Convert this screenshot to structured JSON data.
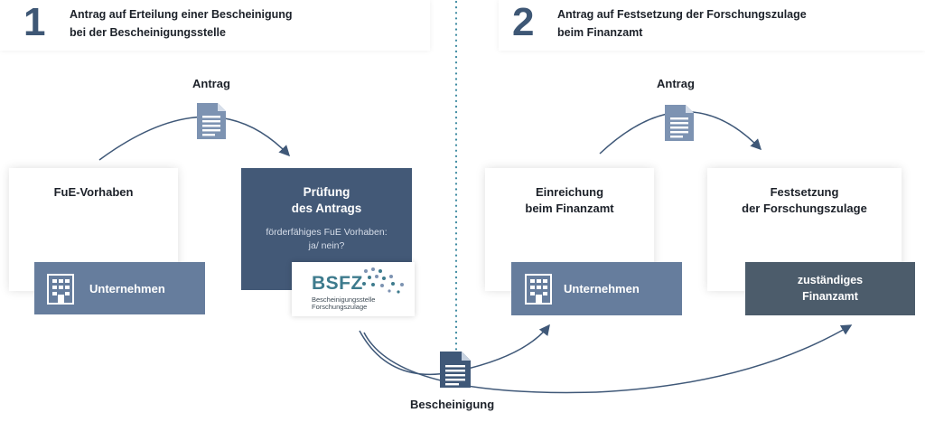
{
  "step1": {
    "number": "1",
    "title": "Antrag auf Erteilung einer Bescheinigung\nbei der Bescheinigungsstelle"
  },
  "step2": {
    "number": "2",
    "title": "Antrag auf Festsetzung der Forschungszulage\nbeim Finanzamt"
  },
  "left": {
    "antrag_label": "Antrag",
    "fue_card": {
      "title": "FuE-Vorhaben",
      "bar_label": "Unternehmen"
    },
    "pruefung_card": {
      "title": "Prüfung\ndes Antrags",
      "subtitle": "förderfähiges FuE Vorhaben:\nja/ nein?",
      "logo_main": "BSFZ",
      "logo_sub_line1": "Bescheinigungsstelle",
      "logo_sub_line2": "Forschungszulage"
    }
  },
  "right": {
    "antrag_label": "Antrag",
    "einreichung_card": {
      "title": "Einreichung\nbeim Finanzamt",
      "bar_label": "Unternehmen"
    },
    "festsetzung_card": {
      "title": "Festsetzung\nder Forschungszulage",
      "bar_label": "zuständiges\nFinanzamt"
    }
  },
  "bottom": {
    "bescheinigung_label": "Bescheinigung"
  },
  "colors": {
    "dark_blue": "#435977",
    "mid_blue": "#667d9d",
    "slate": "#4c5c6b",
    "arrow": "#3f5878",
    "divider": "#3d8aa1"
  },
  "icons": [
    "document-icon",
    "building-icon",
    "arrow-head-icon"
  ]
}
